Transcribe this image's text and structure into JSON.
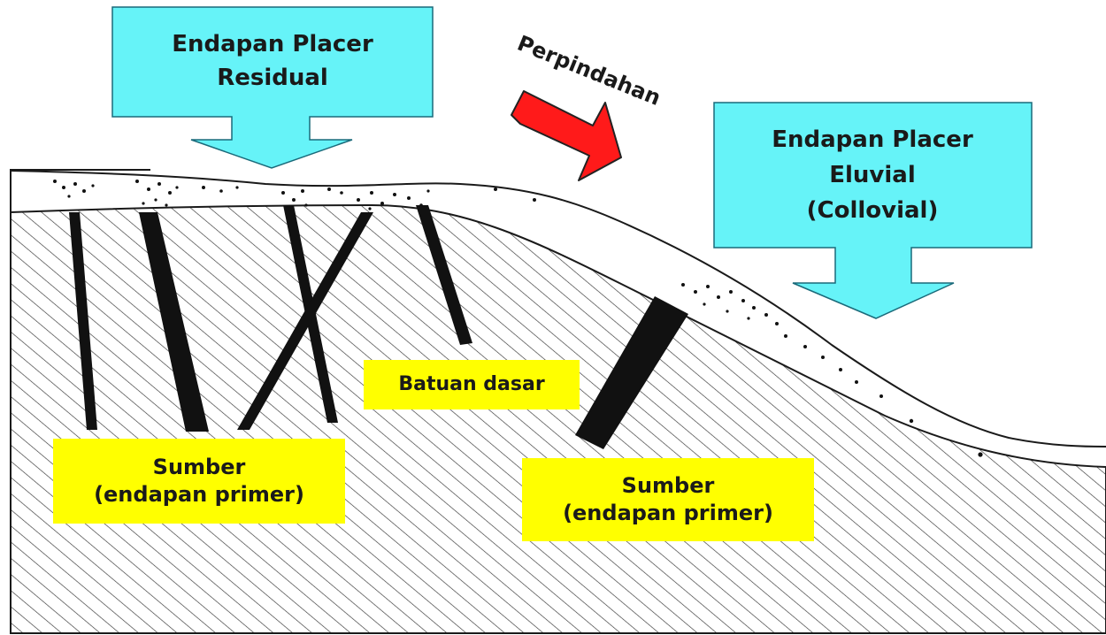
{
  "labels": {
    "residual_line1": "Endapan Placer",
    "residual_line2": "Residual",
    "eluvial_line1": "Endapan Placer",
    "eluvial_line2": "Eluvial",
    "eluvial_line3": "(Collovial)",
    "perpindahan": "Perpindahan",
    "batuan_dasar": "Batuan dasar",
    "sumber_left_line1": "Sumber",
    "sumber_left_line2": "(endapan primer)",
    "sumber_right_line1": "Sumber",
    "sumber_right_line2": "(endapan primer)"
  },
  "colors": {
    "callout_fill": "#66f3f8",
    "label_fill": "#ffff00",
    "arrow_red": "#ff1a1a",
    "ink": "#1a1a1a"
  }
}
